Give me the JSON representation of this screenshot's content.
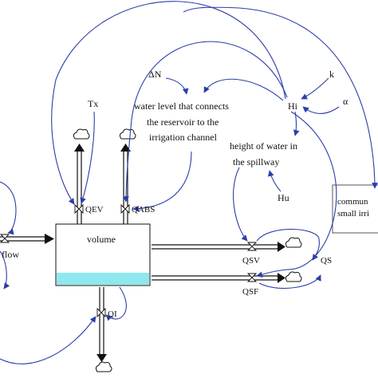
{
  "diagram": {
    "stock": {
      "label": "volume"
    },
    "variables": {
      "delta_n": "ΔN",
      "k": "k",
      "alpha": "α",
      "hi": "Hi",
      "hu": "Hu",
      "tx": "Tx",
      "water_level_line1": "water level that connects",
      "water_level_line2": "the reservoir to the",
      "water_level_line3": "irrigation channel",
      "spillway_line1": "height of water in",
      "spillway_line2": "the spillway",
      "comm_line1": "commun",
      "comm_line2": "small irri"
    },
    "flows": {
      "qev": "QEV",
      "qabs": "QABS",
      "qsv": "QSV",
      "qsf": "QSF",
      "qs": "QS",
      "qi": "QI",
      "inflow": "flow"
    },
    "colors": {
      "link": "#2b3ea8",
      "stock_fill": "#8fe8ee",
      "pipe": "#111111"
    }
  }
}
